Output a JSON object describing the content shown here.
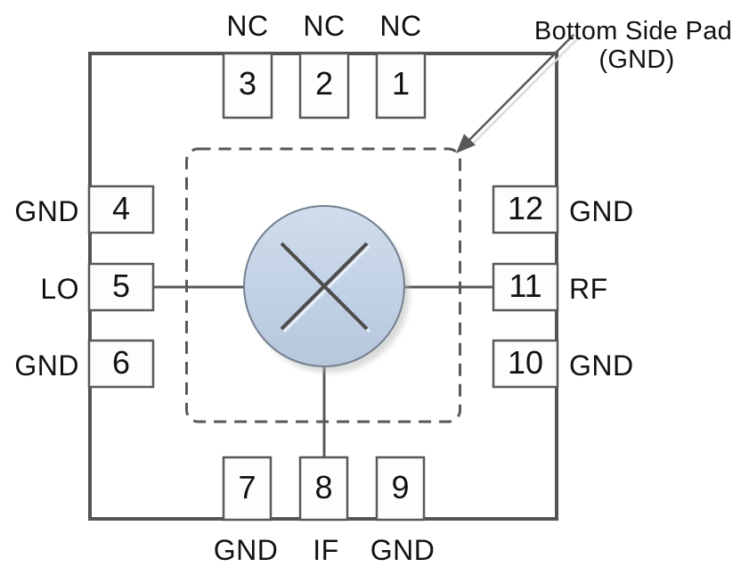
{
  "diagram_title": "IC package pinout with bottom side pad and mixer symbol",
  "note": {
    "line1": "Bottom Side Pad",
    "line2": "(GND)"
  },
  "pins": {
    "top": [
      {
        "number": "3",
        "label": "NC"
      },
      {
        "number": "2",
        "label": "NC"
      },
      {
        "number": "1",
        "label": "NC"
      }
    ],
    "left": [
      {
        "number": "4",
        "label": "GND"
      },
      {
        "number": "5",
        "label": "LO"
      },
      {
        "number": "6",
        "label": "GND"
      }
    ],
    "right": [
      {
        "number": "12",
        "label": "GND"
      },
      {
        "number": "11",
        "label": "RF"
      },
      {
        "number": "10",
        "label": "GND"
      }
    ],
    "bottom": [
      {
        "number": "7",
        "label": "GND"
      },
      {
        "number": "8",
        "label": "IF"
      },
      {
        "number": "9",
        "label": "GND"
      }
    ]
  },
  "symbols": {
    "mixer": "circle-with-x-mixer-symbol",
    "pad_outline": "dashed-rounded-rectangle",
    "pointer": "arrow-to-pad"
  },
  "colors": {
    "line": "#595959",
    "package_stroke": "#545454",
    "pin_fill": "#fdfdfd",
    "mixer_fill_top": "#cfdded",
    "mixer_fill_bottom": "#b7c7dc",
    "mixer_border": "#73808f",
    "x_stroke": "#4d4d4d",
    "text": "#111111",
    "background": "#ffffff"
  }
}
